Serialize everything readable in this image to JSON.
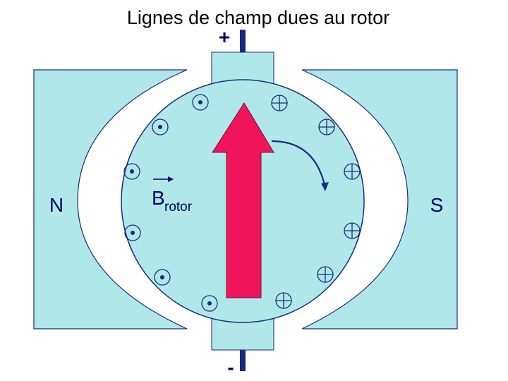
{
  "title": "Lignes de champ dues au rotor",
  "poles": {
    "north": "N",
    "south": "S"
  },
  "brushes": {
    "top_sign": "+",
    "bottom_sign": "-"
  },
  "vector": {
    "symbol": "B",
    "subscript": "rotor"
  },
  "conductors": {
    "dot_count": 6,
    "cross_count": 6
  },
  "colors": {
    "stator_fill": "#b0e8ea",
    "stator_stroke": "#1a2a80",
    "rotor_fill": "#b0e8ea",
    "arrow_fill": "#f0145a",
    "text": "#000066",
    "brush": "#1a2a80"
  }
}
